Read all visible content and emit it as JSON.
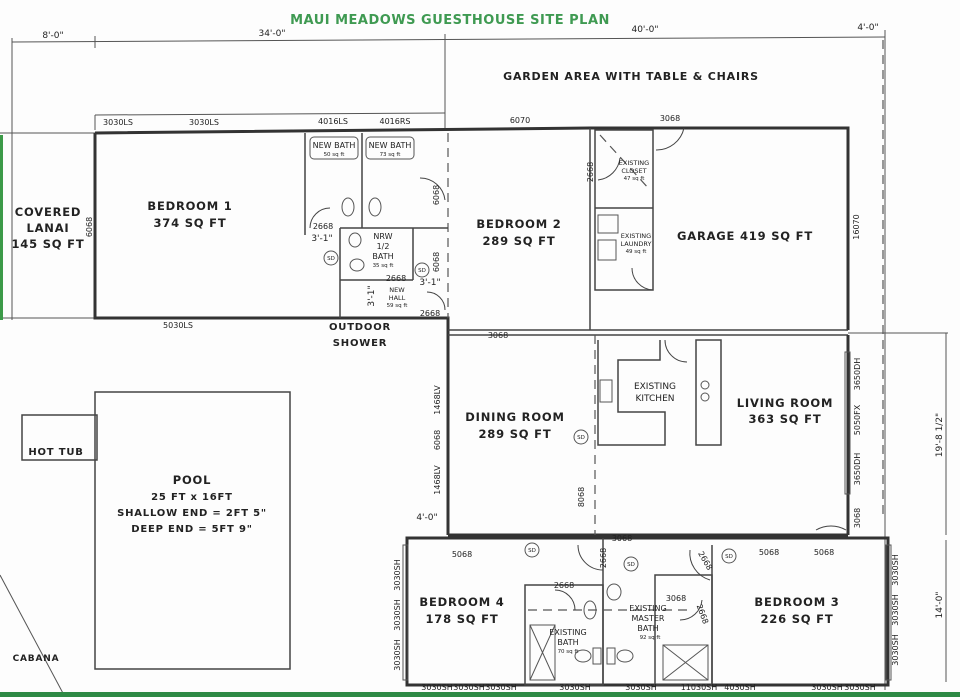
{
  "title": "MAUI MEADOWS GUESTHOUSE SITE PLAN",
  "accent_color": "#3f9a52",
  "dimensions": {
    "top": [
      "8'-0\"",
      "34'-0\"",
      "40'-0\"",
      "4'-0\""
    ],
    "right": [
      "19'-8 1/2\"",
      "14'-0\""
    ],
    "pool_side": "4'-0\""
  },
  "areas": {
    "garden": "GARDEN AREA WITH TABLE & CHAIRS",
    "lanai": [
      "COVERED",
      "LANAI",
      "145 SQ FT"
    ],
    "bedroom1": [
      "BEDROOM 1",
      "374 SQ FT"
    ],
    "bedroom2": [
      "BEDROOM 2",
      "289 SQ FT"
    ],
    "garage": "GARAGE 419 SQ FT",
    "dining": [
      "DINING ROOM",
      "289 SQ FT"
    ],
    "kitchen": [
      "EXISTING",
      "KITCHEN"
    ],
    "living": [
      "LIVING ROOM",
      "363 SQ FT"
    ],
    "bedroom4": [
      "BEDROOM 4",
      "178 SQ FT"
    ],
    "bedroom3": [
      "BEDROOM 3",
      "226 SQ FT"
    ],
    "outdoor_shower": [
      "OUTDOOR",
      "SHOWER"
    ],
    "hot_tub": "HOT TUB",
    "pool": [
      "POOL",
      "25 FT x 16FT",
      "SHALLOW END = 2FT 5\"",
      "DEEP END = 5FT 9\""
    ],
    "cabana": "CABANA"
  },
  "small_rooms": {
    "new_bath_1": [
      "NEW BATH",
      "50 sq ft"
    ],
    "new_bath_2": [
      "NEW BATH",
      "73 sq ft"
    ],
    "half_bath": [
      "NRW",
      "1/2",
      "BATH",
      "35 sq ft"
    ],
    "new_hall": [
      "NEW",
      "HALL",
      "59 sq ft"
    ],
    "closet": [
      "EXISTING",
      "CLOSET",
      "47 sq ft"
    ],
    "laundry": [
      "EXISTING",
      "LAUNDRY",
      "49 sq ft"
    ],
    "existing_bath": [
      "EXISTING",
      "BATH",
      "70 sq ft"
    ],
    "master_bath": [
      "EXISTING",
      "MASTER",
      "BATH",
      "92 sq ft"
    ]
  },
  "smoke_detector": "SD",
  "openings": {
    "b1_top": [
      "3030LS",
      "3030LS",
      "4016LS",
      "4016RS"
    ],
    "b1_bottom": "5030LS",
    "b1_left": "6068",
    "b2_top": "6070",
    "garage_top": "3068",
    "garage_right": "16070",
    "bath_doors": [
      "2668",
      "3'-1\"",
      "6068",
      "2668",
      "6068",
      "3'-1\"",
      "3'-1\"",
      "2668"
    ],
    "closet_door": "2668",
    "dining_top": "3068",
    "dining_left": [
      "1468LV",
      "6068",
      "1468LV"
    ],
    "dining_bottom": "8068",
    "living_right": [
      "3650DH",
      "5050FX",
      "3650DH",
      "3068"
    ],
    "bottom_top": [
      "3068",
      "2668",
      "5068",
      "2668",
      "5068",
      "5068",
      "2668",
      "3068",
      "2668"
    ],
    "bottom_left": [
      "3030SH",
      "3030SH",
      "3030SH"
    ],
    "bottom_right": [
      "3030SH",
      "3030SH",
      "3030SH"
    ],
    "bottom_windows": [
      "3030SH",
      "3030SH",
      "3030SH",
      "3030SH",
      "3030SH",
      "11030SH",
      "4030SH",
      "3030SH",
      "3030SH"
    ]
  }
}
